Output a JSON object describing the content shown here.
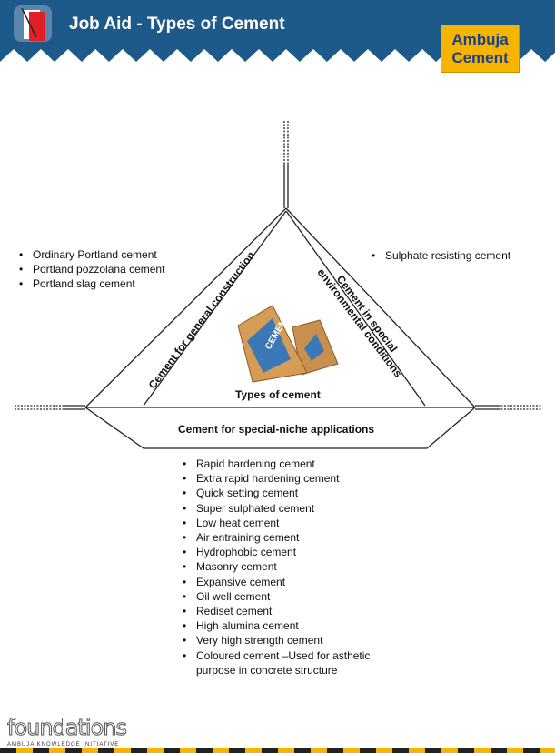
{
  "header": {
    "title": "Job Aid - Types of Cement",
    "logo_line1": "Ambuja",
    "logo_line2": "Cement"
  },
  "diagram": {
    "center_label": "Types of cement",
    "left_label": "Cement  for general construction",
    "right_label_line1": "Cement in special",
    "right_label_line2": "environmental conditions",
    "bottom_label": "Cement for special-niche applications",
    "bag_text": "CEMENT"
  },
  "general": [
    "Ordinary Portland cement",
    "Portland  pozzolana cement",
    "Portland slag cement"
  ],
  "environmental": [
    "Sulphate resisting cement"
  ],
  "special": [
    "Rapid hardening cement",
    "Extra rapid hardening cement",
    "Quick setting cement",
    "Super sulphated cement",
    "Low heat cement",
    "Air entraining cement",
    "Hydrophobic cement",
    "Masonry cement",
    "Expansive cement",
    "Oil well cement",
    "Rediset cement",
    "High alumina cement",
    "Very high strength cement",
    "Coloured cement –Used for asthetic",
    "purpose in concrete structure"
  ],
  "footer": {
    "logo": "foundations",
    "subtitle": "AMBUJA KNOWLEDGE INITIATIVE"
  },
  "colors": {
    "header": "#1d5a8a",
    "logo_bg": "#f5b400",
    "logo_text": "#1b3f8a",
    "bag": "#c8904e",
    "bag_diamond": "#3b78b8"
  },
  "icons": {
    "header": "book-icon"
  }
}
